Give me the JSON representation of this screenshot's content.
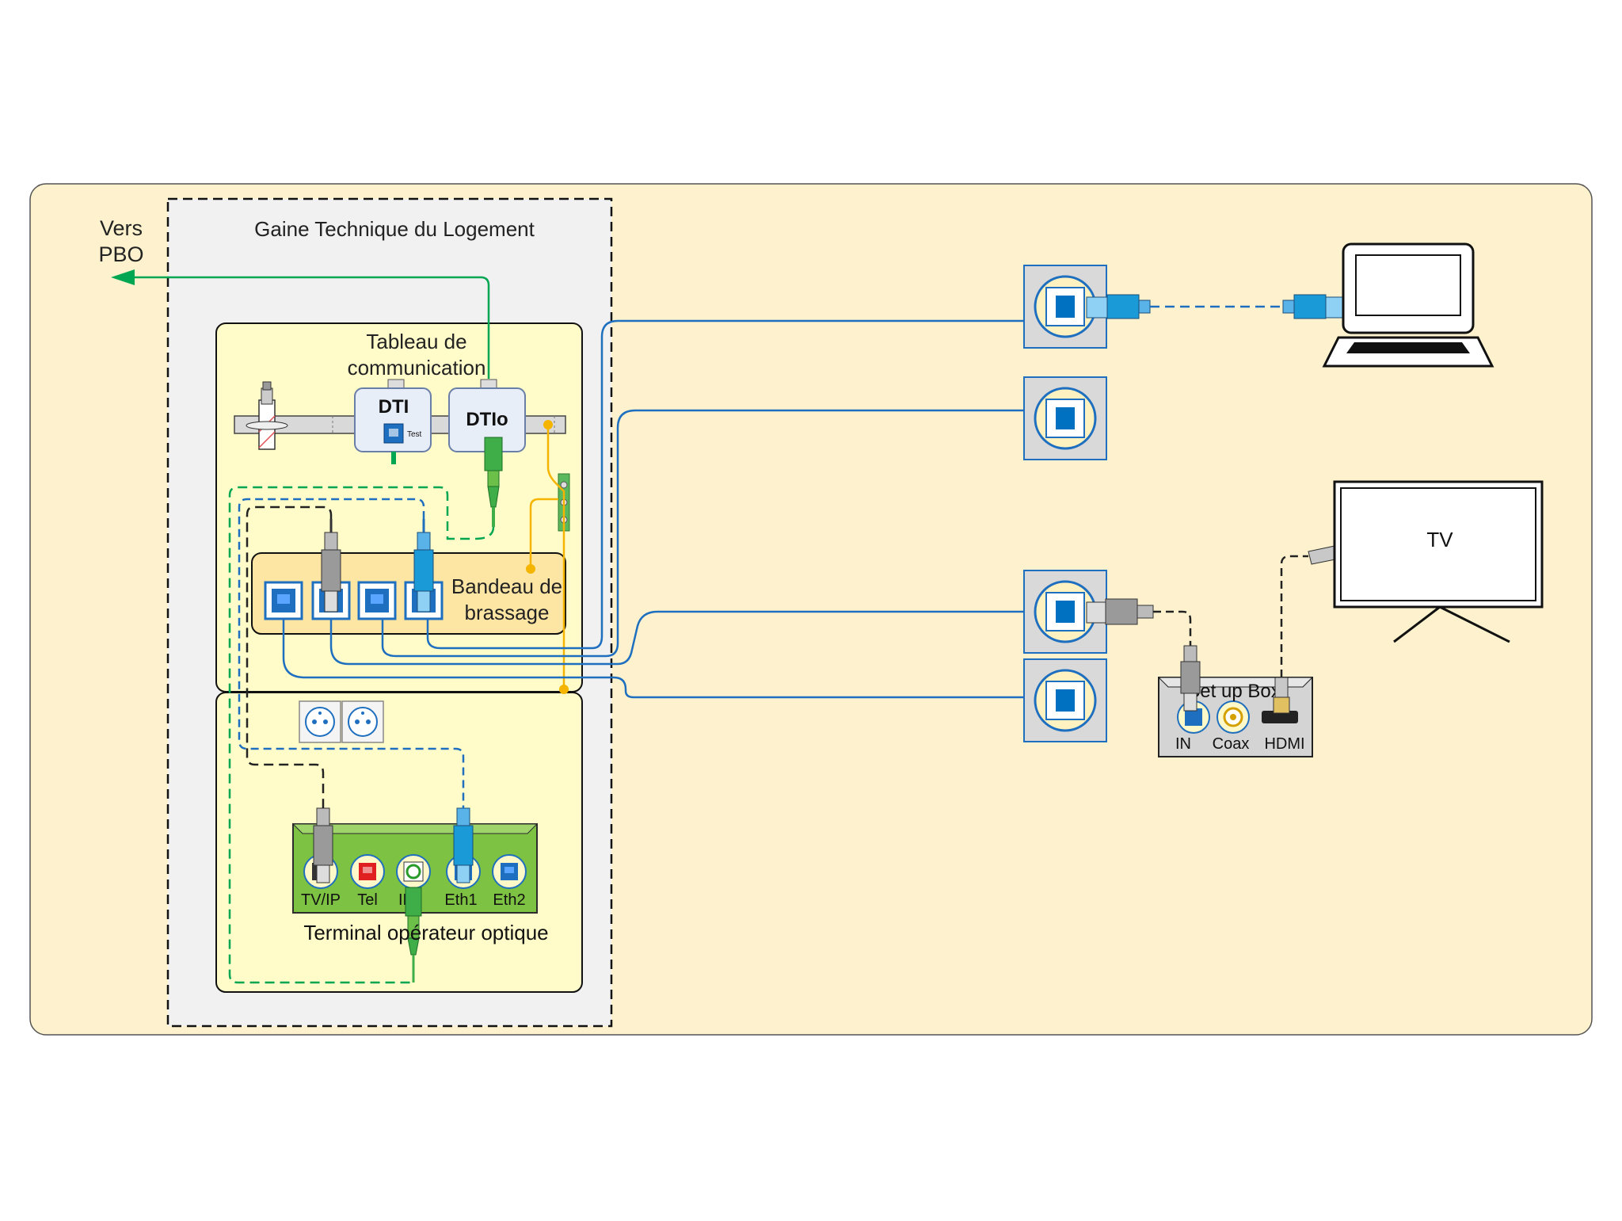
{
  "labels": {
    "vers": "Vers",
    "pbo": "PBO",
    "gtl_title": "Gaine Technique du Logement",
    "tableau_line1": "Tableau de",
    "tableau_line2": "communication",
    "dti": "DTI",
    "dti_test": "Test",
    "dtio": "DTIo",
    "bandeau_line1": "Bandeau de",
    "bandeau_line2": "brassage",
    "terminal": "Terminal opérateur optique",
    "tv": "TV",
    "stb": "Set up Box"
  },
  "ont_ports": [
    "TV/IP",
    "Tel",
    "IN",
    "Eth1",
    "Eth2"
  ],
  "stb_ports": [
    "IN",
    "Coax",
    "HDMI"
  ],
  "colors": {
    "apartment_bg": "#fdf2cd",
    "gtl_bg": "#f1f1f1",
    "panel_bg": "#fffcc9",
    "patch_bg": "#fde6a4",
    "ethernet_blue": "#1e6fbf",
    "fiber_green": "#00a651",
    "earth_yellow": "#f5b400",
    "ont_green": "#7dc242",
    "rj45_blue": "#0070c0"
  },
  "icons": [
    "arrow-left-icon",
    "rj45-socket-icon",
    "fiber-connector-icon",
    "ethernet-plug-icon",
    "laptop-icon",
    "tv-icon",
    "hdmi-plug-icon",
    "power-outlet-icon",
    "coax-port-icon"
  ]
}
